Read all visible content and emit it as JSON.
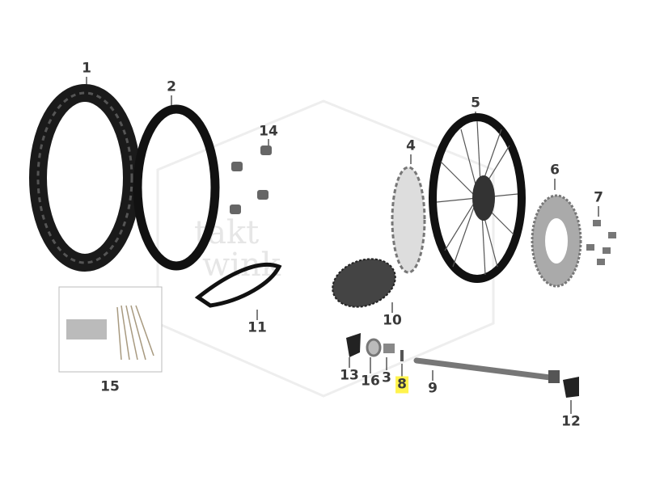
{
  "watermark": "4takt winkel",
  "highlight_color": "#fff34d",
  "parts": [
    {
      "id": "tire",
      "label": "1"
    },
    {
      "id": "inner-tube",
      "label": "2"
    },
    {
      "id": "bolts-disc",
      "label": "14"
    },
    {
      "id": "brake-disc",
      "label": "4"
    },
    {
      "id": "wheel-rim",
      "label": "5"
    },
    {
      "id": "sprocket",
      "label": "6"
    },
    {
      "id": "sprocket-nuts",
      "label": "7"
    },
    {
      "id": "spoke-set",
      "label": "15"
    },
    {
      "id": "rim-tape",
      "label": "11"
    },
    {
      "id": "chain",
      "label": "10"
    },
    {
      "id": "dust-cap-left",
      "label": "13"
    },
    {
      "id": "bearing",
      "label": "16"
    },
    {
      "id": "spacer",
      "label": "3"
    },
    {
      "id": "pin",
      "label": "8",
      "highlighted": true
    },
    {
      "id": "axle",
      "label": "9"
    },
    {
      "id": "dust-cap-right",
      "label": "12"
    }
  ]
}
